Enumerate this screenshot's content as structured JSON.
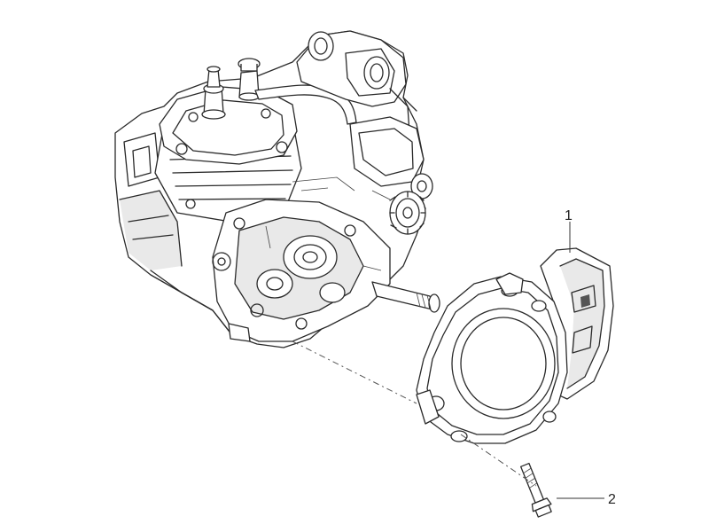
{
  "callouts": [
    {
      "id": 1,
      "label": "1",
      "part": "cover"
    },
    {
      "id": 2,
      "label": "2",
      "part": "bolt"
    }
  ],
  "colors": {
    "line": "#2a2a2a",
    "shade": "#e9e9e9",
    "background": "#ffffff"
  }
}
